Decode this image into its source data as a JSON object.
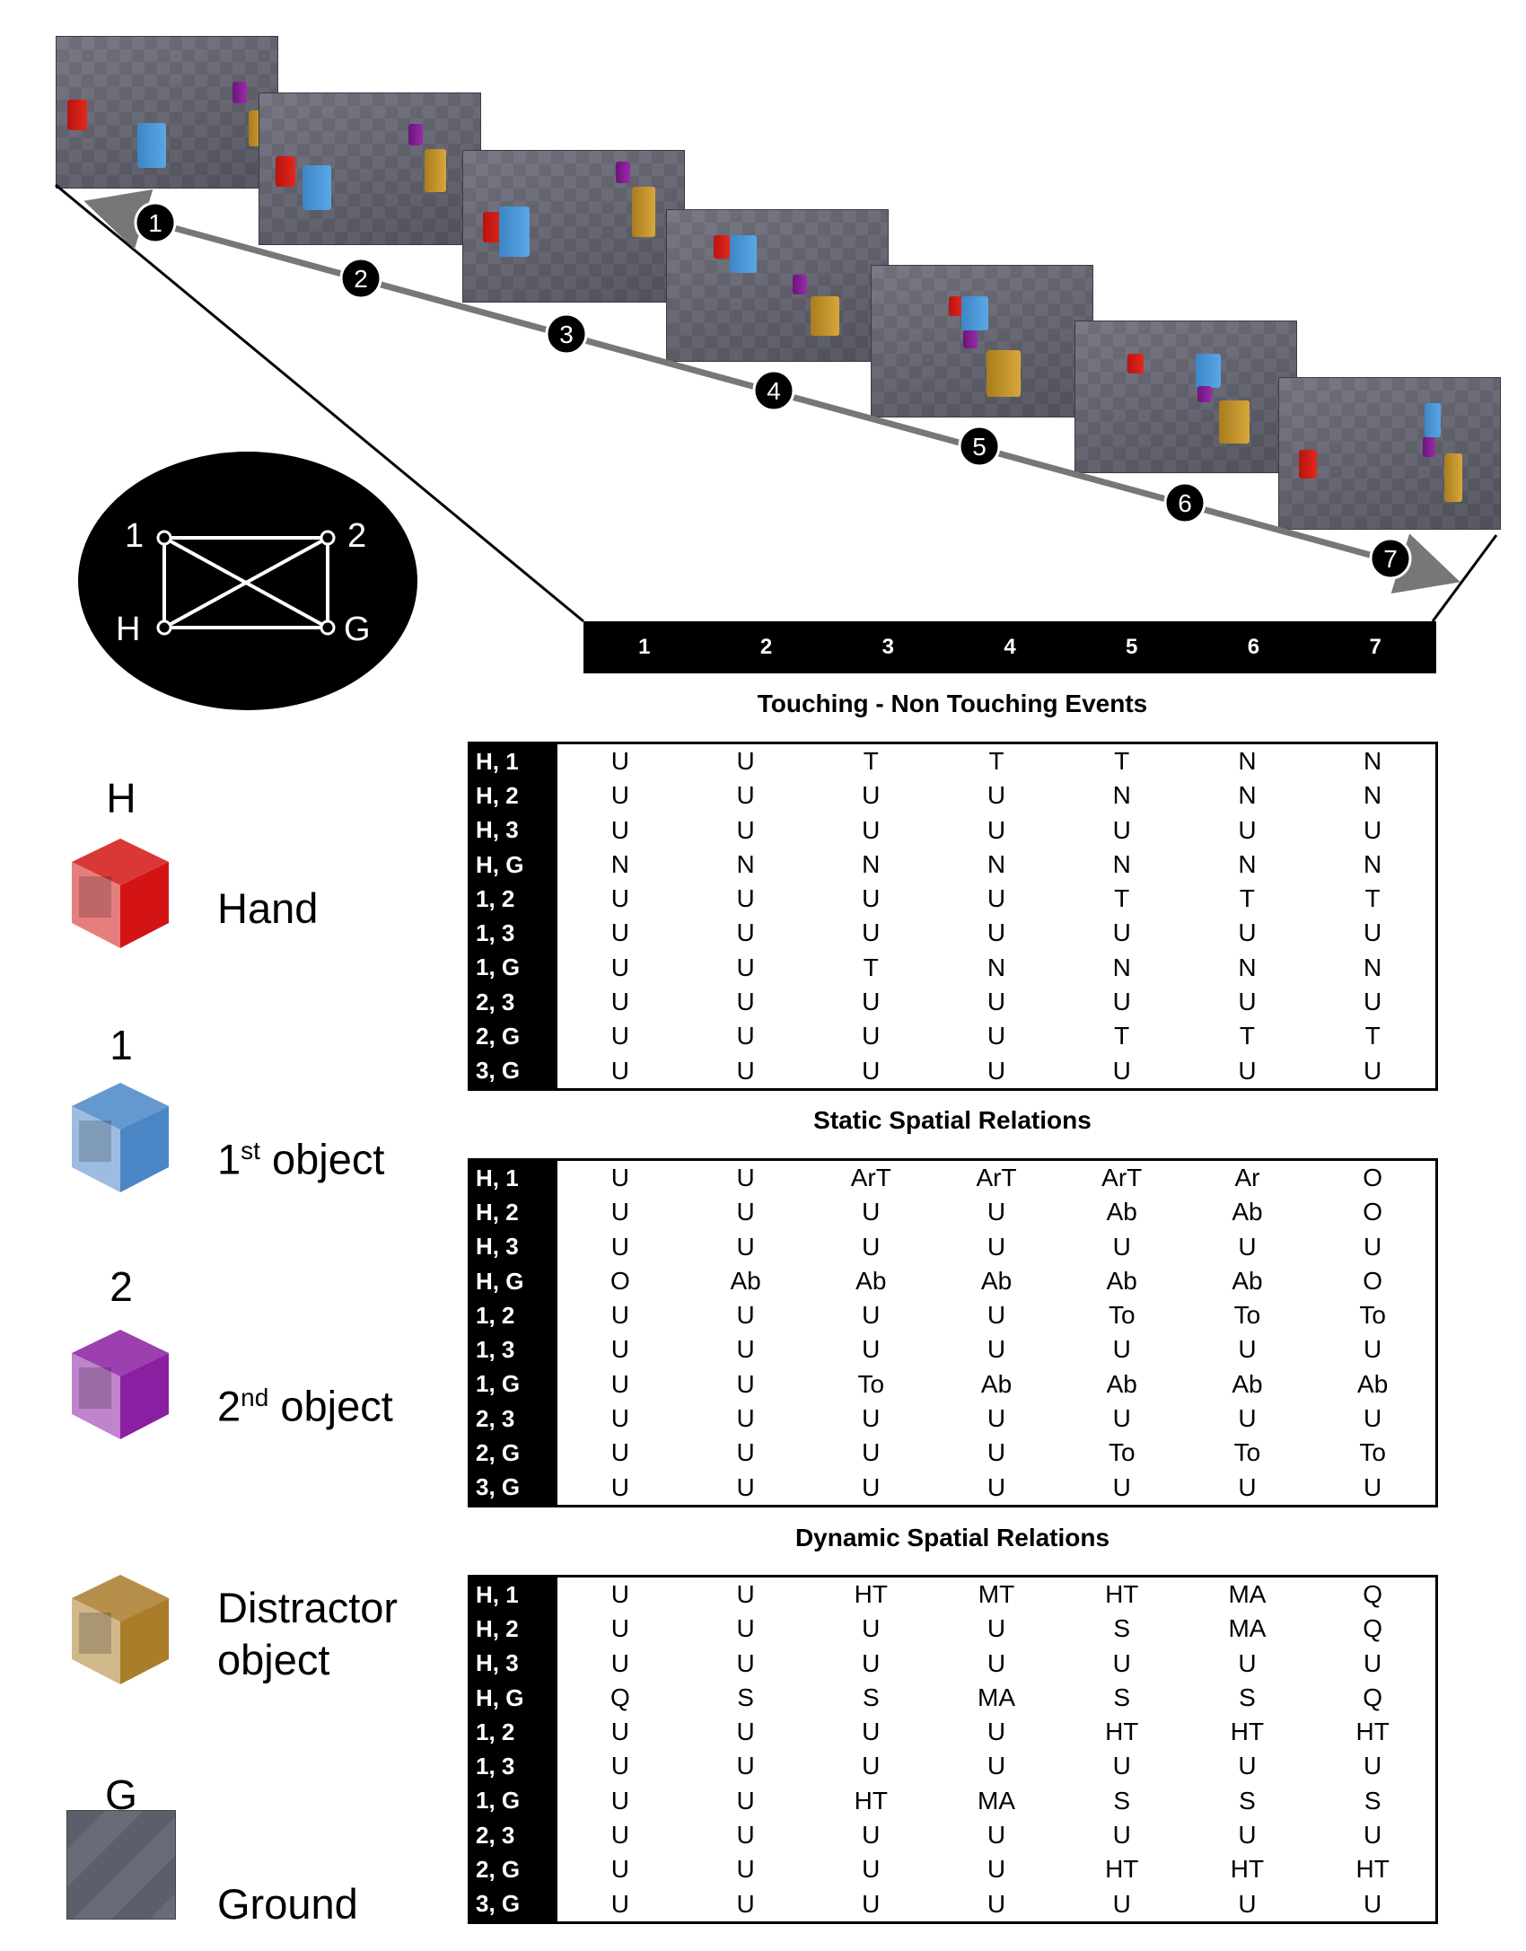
{
  "steps": [
    "1",
    "2",
    "3",
    "4",
    "5",
    "6",
    "7"
  ],
  "graph": {
    "nodes": [
      "1",
      "2",
      "H",
      "G"
    ]
  },
  "legend": [
    {
      "letter": "H",
      "label": "Hand",
      "color": "#d41414"
    },
    {
      "letter": "1",
      "label_num": "1",
      "label_sup": "st",
      "label_rest": " object",
      "color": "#4a86c6"
    },
    {
      "letter": "2",
      "label_num": "2",
      "label_sup": "nd",
      "label_rest": " object",
      "color": "#8b1fa1"
    },
    {
      "letter": "",
      "label": "Distractor\nobject",
      "color": "#a97d2a"
    },
    {
      "letter": "G",
      "label": "Ground",
      "color": "#5f606e"
    }
  ],
  "row_labels": [
    "H, 1",
    "H, 2",
    "H, 3",
    "H, G",
    "1, 2",
    "1, 3",
    "1, G",
    "2, 3",
    "2, G",
    "3, G"
  ],
  "tables": [
    {
      "title": "Touching - Non Touching Events",
      "rows": [
        [
          "U",
          "U",
          "T",
          "T",
          "T",
          "N",
          "N"
        ],
        [
          "U",
          "U",
          "U",
          "U",
          "N",
          "N",
          "N"
        ],
        [
          "U",
          "U",
          "U",
          "U",
          "U",
          "U",
          "U"
        ],
        [
          "N",
          "N",
          "N",
          "N",
          "N",
          "N",
          "N"
        ],
        [
          "U",
          "U",
          "U",
          "U",
          "T",
          "T",
          "T"
        ],
        [
          "U",
          "U",
          "U",
          "U",
          "U",
          "U",
          "U"
        ],
        [
          "U",
          "U",
          "T",
          "N",
          "N",
          "N",
          "N"
        ],
        [
          "U",
          "U",
          "U",
          "U",
          "U",
          "U",
          "U"
        ],
        [
          "U",
          "U",
          "U",
          "U",
          "T",
          "T",
          "T"
        ],
        [
          "U",
          "U",
          "U",
          "U",
          "U",
          "U",
          "U"
        ]
      ]
    },
    {
      "title": "Static Spatial Relations",
      "rows": [
        [
          "U",
          "U",
          "ArT",
          "ArT",
          "ArT",
          "Ar",
          "O"
        ],
        [
          "U",
          "U",
          "U",
          "U",
          "Ab",
          "Ab",
          "O"
        ],
        [
          "U",
          "U",
          "U",
          "U",
          "U",
          "U",
          "U"
        ],
        [
          "O",
          "Ab",
          "Ab",
          "Ab",
          "Ab",
          "Ab",
          "O"
        ],
        [
          "U",
          "U",
          "U",
          "U",
          "To",
          "To",
          "To"
        ],
        [
          "U",
          "U",
          "U",
          "U",
          "U",
          "U",
          "U"
        ],
        [
          "U",
          "U",
          "To",
          "Ab",
          "Ab",
          "Ab",
          "Ab"
        ],
        [
          "U",
          "U",
          "U",
          "U",
          "U",
          "U",
          "U"
        ],
        [
          "U",
          "U",
          "U",
          "U",
          "To",
          "To",
          "To"
        ],
        [
          "U",
          "U",
          "U",
          "U",
          "U",
          "U",
          "U"
        ]
      ]
    },
    {
      "title": "Dynamic Spatial Relations",
      "rows": [
        [
          "U",
          "U",
          "HT",
          "MT",
          "HT",
          "MA",
          "Q"
        ],
        [
          "U",
          "U",
          "U",
          "U",
          "S",
          "MA",
          "Q"
        ],
        [
          "U",
          "U",
          "U",
          "U",
          "U",
          "U",
          "U"
        ],
        [
          "Q",
          "S",
          "S",
          "MA",
          "S",
          "S",
          "Q"
        ],
        [
          "U",
          "U",
          "U",
          "U",
          "HT",
          "HT",
          "HT"
        ],
        [
          "U",
          "U",
          "U",
          "U",
          "U",
          "U",
          "U"
        ],
        [
          "U",
          "U",
          "HT",
          "MA",
          "S",
          "S",
          "S"
        ],
        [
          "U",
          "U",
          "U",
          "U",
          "U",
          "U",
          "U"
        ],
        [
          "U",
          "U",
          "U",
          "U",
          "HT",
          "HT",
          "HT"
        ],
        [
          "U",
          "U",
          "U",
          "U",
          "U",
          "U",
          "U"
        ]
      ]
    }
  ]
}
